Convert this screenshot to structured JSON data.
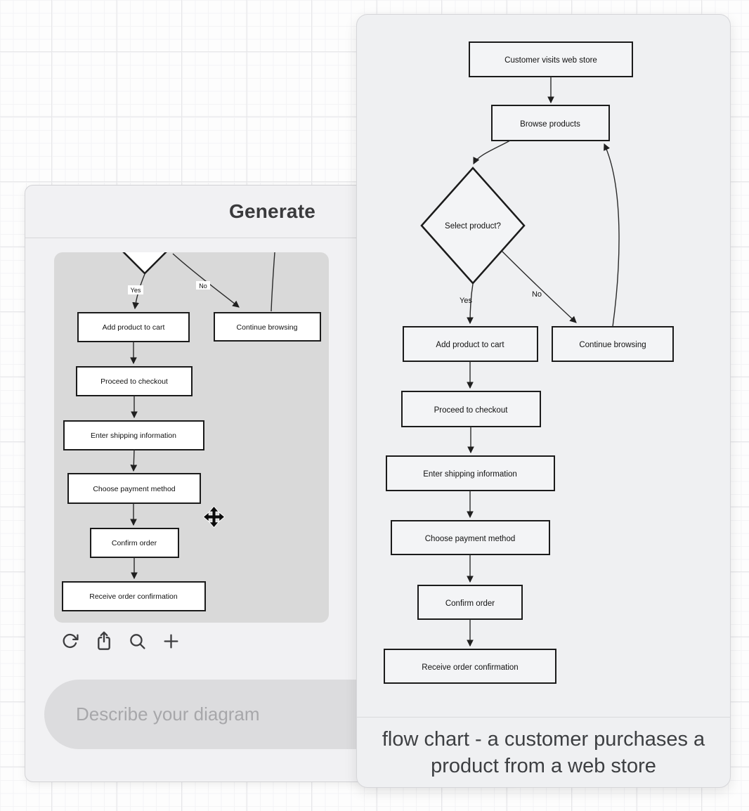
{
  "generate_panel": {
    "title": "Generate",
    "toolbar": {
      "refresh_icon": "refresh",
      "share_icon": "share-export",
      "search_icon": "magnifier-zoom",
      "add_icon": "plus-add"
    },
    "prompt_input": {
      "placeholder": "Describe your diagram"
    }
  },
  "flowchart": {
    "nodes": {
      "start": "Customer visits web store",
      "browse": "Browse products",
      "decision": "Select product?",
      "add_cart": "Add product to cart",
      "continue_browsing": "Continue browsing",
      "checkout": "Proceed to checkout",
      "shipping": "Enter shipping information",
      "payment": "Choose payment method",
      "confirm": "Confirm order",
      "receive": "Receive order confirmation"
    },
    "edge_labels": {
      "yes": "Yes",
      "no": "No"
    }
  },
  "diagram_panel": {
    "caption": "flow chart - a customer purchases a product from a web store"
  },
  "cursor": {
    "type": "move"
  },
  "colors": {
    "panel_bg": "#f0f1f3",
    "preview_bg": "#d9d9d9",
    "pill_bg": "#dcdcde",
    "node_border": "#1b1b1b",
    "text_dark": "#3d3f42"
  }
}
